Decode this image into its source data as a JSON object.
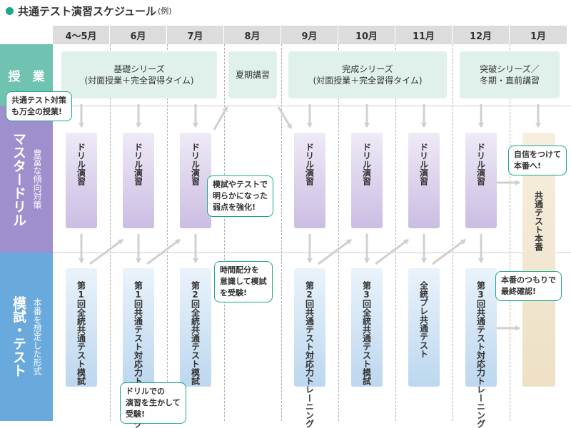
{
  "title": "共通テスト演習スケジュール",
  "title_suffix": "(例)",
  "months": [
    "4〜5月",
    "6月",
    "7月",
    "8月",
    "9月",
    "10月",
    "11月",
    "12月",
    "1月"
  ],
  "rows": {
    "classes": "授　業",
    "drill_main": "マスタードリル",
    "drill_sub": "豊富な傾向対策",
    "mock_main": "模試・テスト",
    "mock_sub": "本番を想定した形式"
  },
  "class_blocks": {
    "basic_1": "基礎シリーズ",
    "basic_2": "(対面授業＋完全習得タイム)",
    "summer": "夏期講習",
    "complete_1": "完成シリーズ",
    "complete_2": "(対面授業＋完全習得タイム)",
    "breakthrough_1": "突破シリーズ／",
    "breakthrough_2": "冬期・直前講習"
  },
  "drill_label": "ドリル演習",
  "final_exam": "共通テスト本番",
  "mocks": {
    "m45": "第1回全統共通テスト模試",
    "m6": "第1回共通テスト対応力トレーニング",
    "m7": "第2回全統共通テスト模試",
    "m9": "第2回共通テスト対応力トレーニング",
    "m10": "第3回全統共通テスト模試",
    "m11": "全統プレ共通テスト",
    "m12": "第3回共通テスト対応力トレーニング"
  },
  "callouts": {
    "c1": "共通テスト対策\nも万全の授業!",
    "c2": "模試やテストで\n明らかになった\n弱点を強化!",
    "c3": "時間配分を\n意識して模試\nを受験!",
    "c4": "ドリルでの\n演習を生かして\n受験!",
    "c5": "自信をつけて\n本番へ!",
    "c6": "本番のつもりで\n最終確認!"
  },
  "colors": {
    "accent": "#1aa68a",
    "classes_band": "#6fc3b0",
    "drill_band": "#9f8fcc",
    "mock_band": "#6aa9dc",
    "class_block": "#dff1ea",
    "drill_block": "#d8cfe9",
    "mock_block": "#cfe2f3",
    "exam_block": "#f2e7d2"
  }
}
